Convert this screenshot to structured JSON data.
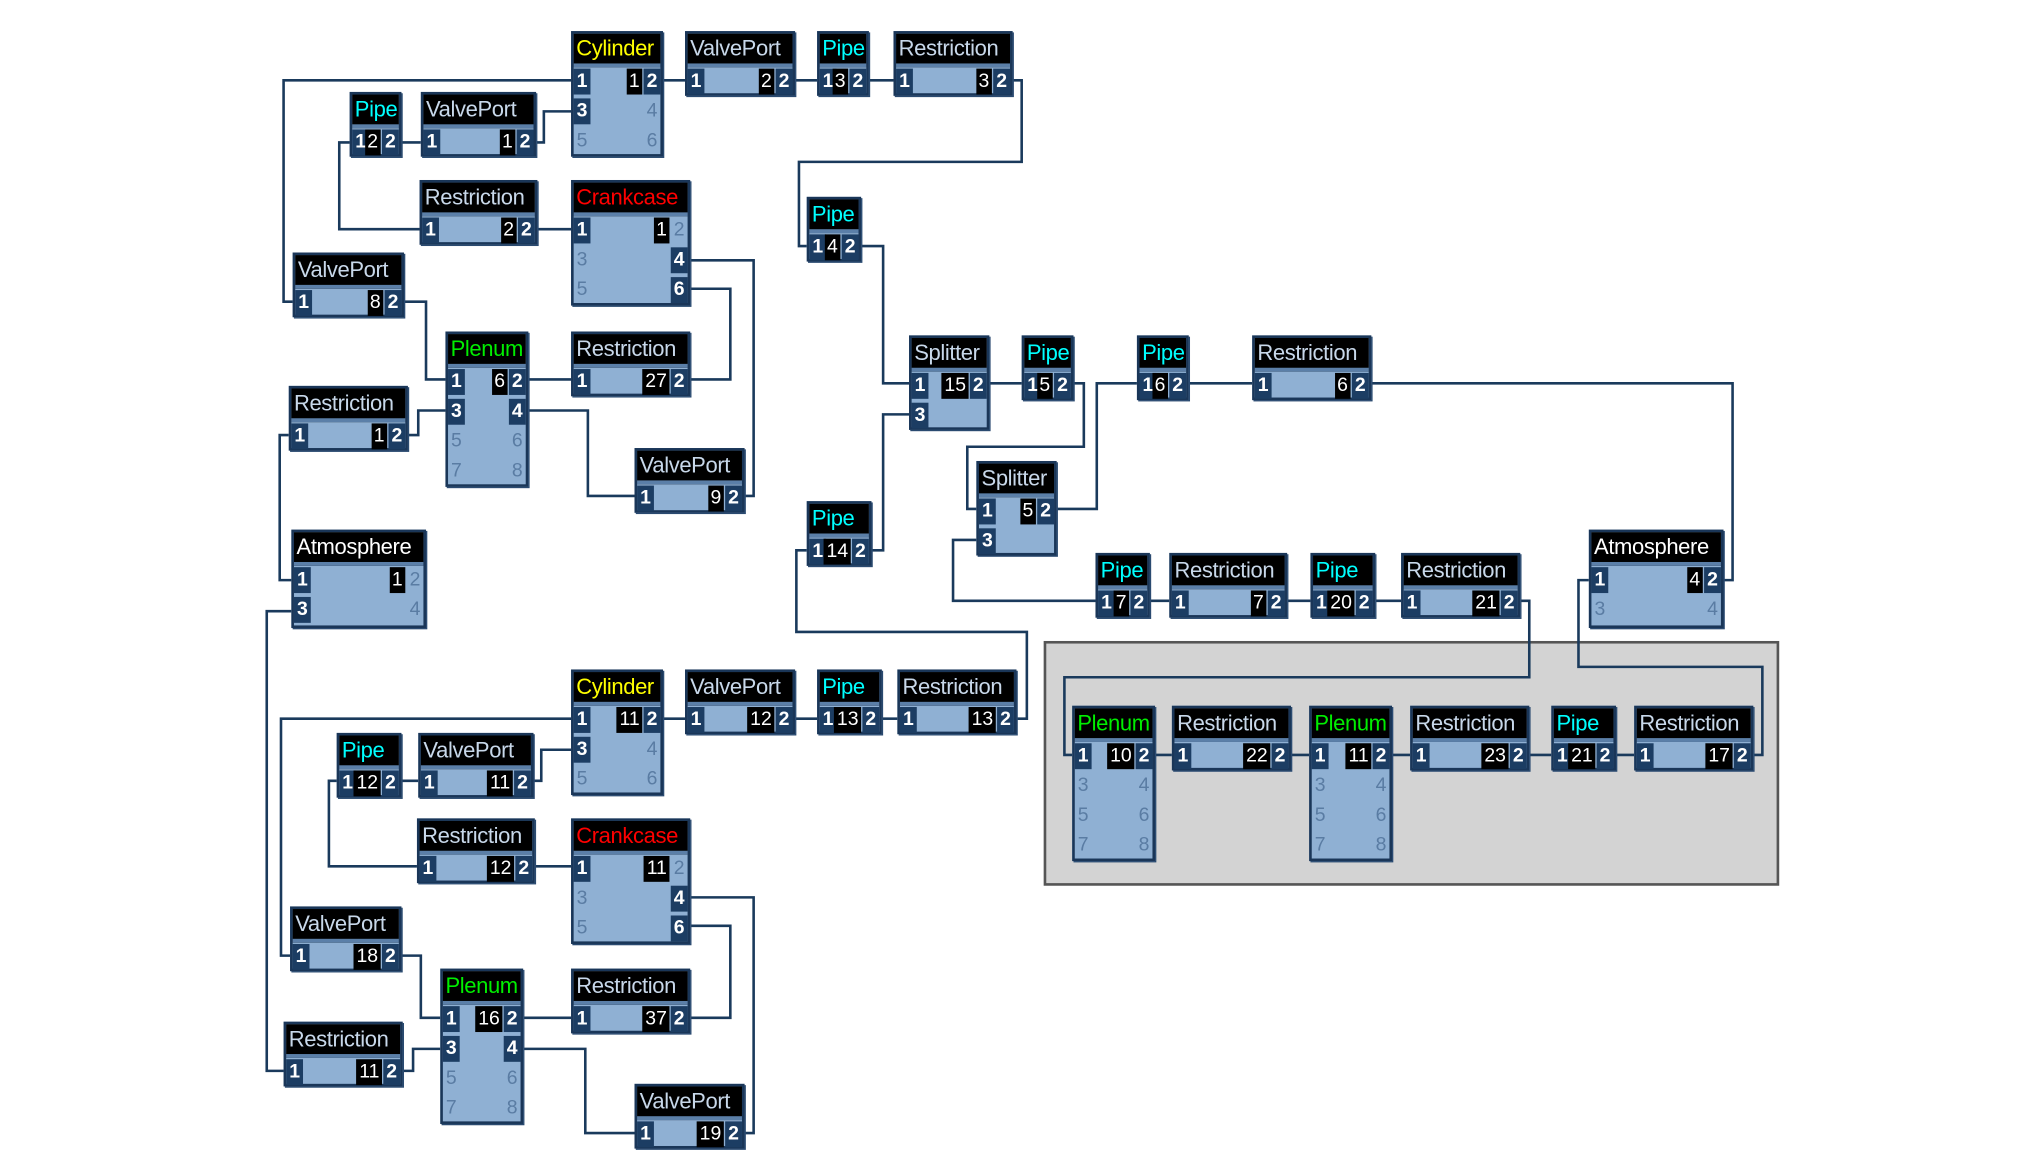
{
  "colors": {
    "Cylinder": "#ffff00",
    "Crankcase": "#ff0000",
    "Plenum": "#00ee00",
    "Pipe": "#00ffff",
    "Atmosphere": "#ffffff",
    "ValvePort": "#c8d8ea",
    "Restriction": "#c8d8ea",
    "Splitter": "#c8d8ea",
    "wire": "#1a3a5c",
    "block_body": "#8fb0d3",
    "group_fill": "#d3d3d3"
  },
  "blocks": [
    {
      "type": "Cylinder",
      "id": "1",
      "left": [
        [
          "1",
          true
        ],
        [
          "3",
          true
        ],
        [
          "5",
          false
        ]
      ],
      "right": [
        [
          "2",
          true
        ],
        [
          "4",
          false
        ],
        [
          "6",
          false
        ]
      ]
    },
    {
      "type": "ValvePort",
      "id": "2",
      "left": [
        [
          "1",
          true
        ]
      ],
      "right": [
        [
          "2",
          true
        ]
      ]
    },
    {
      "type": "Pipe",
      "id": "3",
      "left": [
        [
          "1",
          true
        ]
      ],
      "right": [
        [
          "2",
          true
        ]
      ]
    },
    {
      "type": "Restriction",
      "id": "3",
      "left": [
        [
          "1",
          true
        ]
      ],
      "right": [
        [
          "2",
          true
        ]
      ]
    },
    {
      "type": "Pipe",
      "id": "2",
      "left": [
        [
          "1",
          true
        ]
      ],
      "right": [
        [
          "2",
          true
        ]
      ]
    },
    {
      "type": "ValvePort",
      "id": "1",
      "left": [
        [
          "1",
          true
        ]
      ],
      "right": [
        [
          "2",
          true
        ]
      ]
    },
    {
      "type": "Restriction",
      "id": "2",
      "left": [
        [
          "1",
          true
        ]
      ],
      "right": [
        [
          "2",
          true
        ]
      ]
    },
    {
      "type": "Crankcase",
      "id": "1",
      "left": [
        [
          "1",
          true
        ],
        [
          "3",
          false
        ],
        [
          "5",
          false
        ]
      ],
      "right": [
        [
          "2",
          false
        ],
        [
          "4",
          true
        ],
        [
          "6",
          true
        ]
      ]
    },
    {
      "type": "Pipe",
      "id": "4",
      "left": [
        [
          "1",
          true
        ]
      ],
      "right": [
        [
          "2",
          true
        ]
      ]
    },
    {
      "type": "ValvePort",
      "id": "8",
      "left": [
        [
          "1",
          true
        ]
      ],
      "right": [
        [
          "2",
          true
        ]
      ]
    },
    {
      "type": "Plenum",
      "id": "6",
      "left": [
        [
          "1",
          true
        ],
        [
          "3",
          true
        ],
        [
          "5",
          false
        ],
        [
          "7",
          false
        ]
      ],
      "right": [
        [
          "2",
          true
        ],
        [
          "4",
          true
        ],
        [
          "6",
          false
        ],
        [
          "8",
          false
        ]
      ]
    },
    {
      "type": "Restriction",
      "id": "27",
      "left": [
        [
          "1",
          true
        ]
      ],
      "right": [
        [
          "2",
          true
        ]
      ]
    },
    {
      "type": "Restriction",
      "id": "1",
      "left": [
        [
          "1",
          true
        ]
      ],
      "right": [
        [
          "2",
          true
        ]
      ]
    },
    {
      "type": "ValvePort",
      "id": "9",
      "left": [
        [
          "1",
          true
        ]
      ],
      "right": [
        [
          "2",
          true
        ]
      ]
    },
    {
      "type": "Atmosphere",
      "id": "1",
      "left": [
        [
          "1",
          true
        ],
        [
          "3",
          true
        ]
      ],
      "right": [
        [
          "2",
          false
        ],
        [
          "4",
          false
        ]
      ]
    },
    {
      "type": "Splitter",
      "id": "15",
      "left": [
        [
          "1",
          true
        ],
        [
          "3",
          true
        ]
      ],
      "right": [
        [
          "2",
          true
        ]
      ]
    },
    {
      "type": "Pipe",
      "id": "5",
      "left": [
        [
          "1",
          true
        ]
      ],
      "right": [
        [
          "2",
          true
        ]
      ]
    },
    {
      "type": "Pipe",
      "id": "6",
      "left": [
        [
          "1",
          true
        ]
      ],
      "right": [
        [
          "2",
          true
        ]
      ]
    },
    {
      "type": "Restriction",
      "id": "6",
      "left": [
        [
          "1",
          true
        ]
      ],
      "right": [
        [
          "2",
          true
        ]
      ]
    },
    {
      "type": "Splitter",
      "id": "5",
      "left": [
        [
          "1",
          true
        ],
        [
          "3",
          true
        ]
      ],
      "right": [
        [
          "2",
          true
        ]
      ]
    },
    {
      "type": "Pipe",
      "id": "14",
      "left": [
        [
          "1",
          true
        ]
      ],
      "right": [
        [
          "2",
          true
        ]
      ]
    },
    {
      "type": "Pipe",
      "id": "7",
      "left": [
        [
          "1",
          true
        ]
      ],
      "right": [
        [
          "2",
          true
        ]
      ]
    },
    {
      "type": "Restriction",
      "id": "7",
      "left": [
        [
          "1",
          true
        ]
      ],
      "right": [
        [
          "2",
          true
        ]
      ]
    },
    {
      "type": "Pipe",
      "id": "20",
      "left": [
        [
          "1",
          true
        ]
      ],
      "right": [
        [
          "2",
          true
        ]
      ]
    },
    {
      "type": "Restriction",
      "id": "21",
      "left": [
        [
          "1",
          true
        ]
      ],
      "right": [
        [
          "2",
          true
        ]
      ]
    },
    {
      "type": "Atmosphere",
      "id": "4",
      "left": [
        [
          "1",
          true
        ],
        [
          "3",
          false
        ]
      ],
      "right": [
        [
          "2",
          true
        ],
        [
          "4",
          false
        ]
      ]
    },
    {
      "type": "Plenum",
      "id": "10",
      "left": [
        [
          "1",
          true
        ],
        [
          "3",
          false
        ],
        [
          "5",
          false
        ],
        [
          "7",
          false
        ]
      ],
      "right": [
        [
          "2",
          true
        ],
        [
          "4",
          false
        ],
        [
          "6",
          false
        ],
        [
          "8",
          false
        ]
      ]
    },
    {
      "type": "Restriction",
      "id": "22",
      "left": [
        [
          "1",
          true
        ]
      ],
      "right": [
        [
          "2",
          true
        ]
      ]
    },
    {
      "type": "Plenum",
      "id": "11",
      "left": [
        [
          "1",
          true
        ],
        [
          "3",
          false
        ],
        [
          "5",
          false
        ],
        [
          "7",
          false
        ]
      ],
      "right": [
        [
          "2",
          true
        ],
        [
          "4",
          false
        ],
        [
          "6",
          false
        ],
        [
          "8",
          false
        ]
      ]
    },
    {
      "type": "Restriction",
      "id": "23",
      "left": [
        [
          "1",
          true
        ]
      ],
      "right": [
        [
          "2",
          true
        ]
      ]
    },
    {
      "type": "Pipe",
      "id": "21",
      "left": [
        [
          "1",
          true
        ]
      ],
      "right": [
        [
          "2",
          true
        ]
      ]
    },
    {
      "type": "Restriction",
      "id": "17",
      "left": [
        [
          "1",
          true
        ]
      ],
      "right": [
        [
          "2",
          true
        ]
      ]
    },
    {
      "type": "Cylinder",
      "id": "11",
      "left": [
        [
          "1",
          true
        ],
        [
          "3",
          true
        ],
        [
          "5",
          false
        ]
      ],
      "right": [
        [
          "2",
          true
        ],
        [
          "4",
          false
        ],
        [
          "6",
          false
        ]
      ]
    },
    {
      "type": "ValvePort",
      "id": "12",
      "left": [
        [
          "1",
          true
        ]
      ],
      "right": [
        [
          "2",
          true
        ]
      ]
    },
    {
      "type": "Pipe",
      "id": "13",
      "left": [
        [
          "1",
          true
        ]
      ],
      "right": [
        [
          "2",
          true
        ]
      ]
    },
    {
      "type": "Restriction",
      "id": "13",
      "left": [
        [
          "1",
          true
        ]
      ],
      "right": [
        [
          "2",
          true
        ]
      ]
    },
    {
      "type": "Pipe",
      "id": "12",
      "left": [
        [
          "1",
          true
        ]
      ],
      "right": [
        [
          "2",
          true
        ]
      ]
    },
    {
      "type": "ValvePort",
      "id": "11",
      "left": [
        [
          "1",
          true
        ]
      ],
      "right": [
        [
          "2",
          true
        ]
      ]
    },
    {
      "type": "Restriction",
      "id": "12",
      "left": [
        [
          "1",
          true
        ]
      ],
      "right": [
        [
          "2",
          true
        ]
      ]
    },
    {
      "type": "Crankcase",
      "id": "11",
      "left": [
        [
          "1",
          true
        ],
        [
          "3",
          false
        ],
        [
          "5",
          false
        ]
      ],
      "right": [
        [
          "2",
          false
        ],
        [
          "4",
          true
        ],
        [
          "6",
          true
        ]
      ]
    },
    {
      "type": "ValvePort",
      "id": "18",
      "left": [
        [
          "1",
          true
        ]
      ],
      "right": [
        [
          "2",
          true
        ]
      ]
    },
    {
      "type": "Plenum",
      "id": "16",
      "left": [
        [
          "1",
          true
        ],
        [
          "3",
          true
        ],
        [
          "5",
          false
        ],
        [
          "7",
          false
        ]
      ],
      "right": [
        [
          "2",
          true
        ],
        [
          "4",
          true
        ],
        [
          "6",
          false
        ],
        [
          "8",
          false
        ]
      ]
    },
    {
      "type": "Restriction",
      "id": "37",
      "left": [
        [
          "1",
          true
        ]
      ],
      "right": [
        [
          "2",
          true
        ]
      ]
    },
    {
      "type": "Restriction",
      "id": "11",
      "left": [
        [
          "1",
          true
        ]
      ],
      "right": [
        [
          "2",
          true
        ]
      ]
    },
    {
      "type": "ValvePort",
      "id": "19",
      "left": [
        [
          "1",
          true
        ]
      ],
      "right": [
        [
          "2",
          true
        ]
      ]
    }
  ]
}
